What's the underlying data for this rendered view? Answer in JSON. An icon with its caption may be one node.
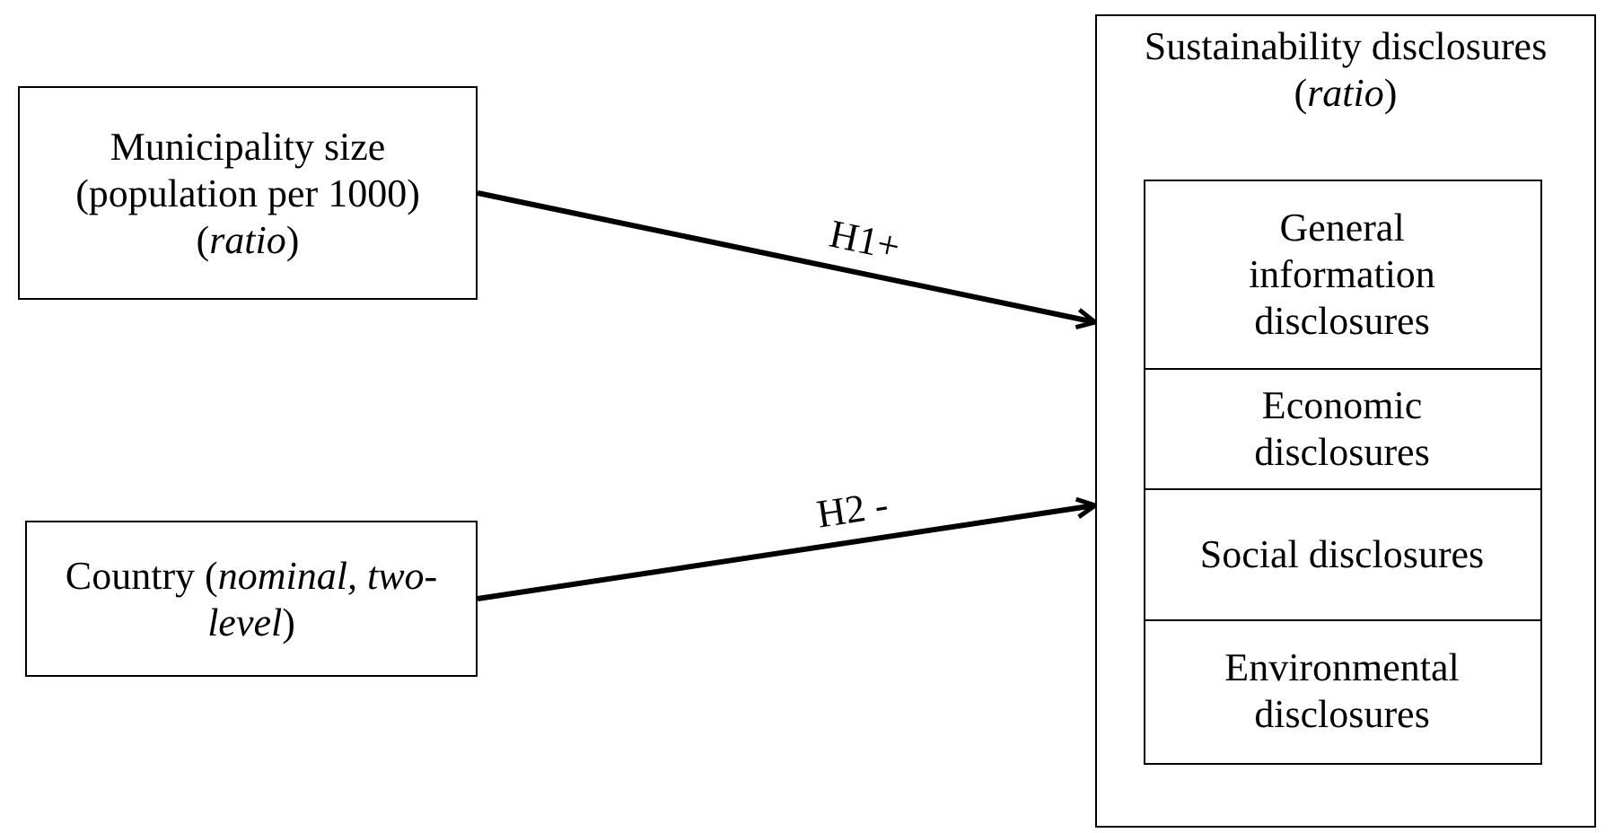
{
  "diagram": {
    "nodes": [
      {
        "text": [
          "Municipality size (population per 1000) (*ratio*)"
        ]
      },
      {
        "text": [
          "Country (*nominal, two-level*)"
        ]
      },
      {
        "text": [
          "Sustainability disclosures (*ratio*)"
        ]
      },
      {
        "text": [
          "General information disclosures"
        ],
        "in": 2
      },
      {
        "text": [
          "Economic disclosures"
        ],
        "in": 2
      },
      {
        "text": [
          "Social disclosures"
        ],
        "in": 2
      },
      {
        "text": [
          "Environmental disclosures"
        ],
        "in": 2
      }
    ],
    "edges": [
      {
        "from": 0,
        "to": 2,
        "arrow": "to",
        "label": "H1+"
      },
      {
        "from": 1,
        "to": 2,
        "arrow": "to",
        "label": "H2 -"
      }
    ]
  }
}
